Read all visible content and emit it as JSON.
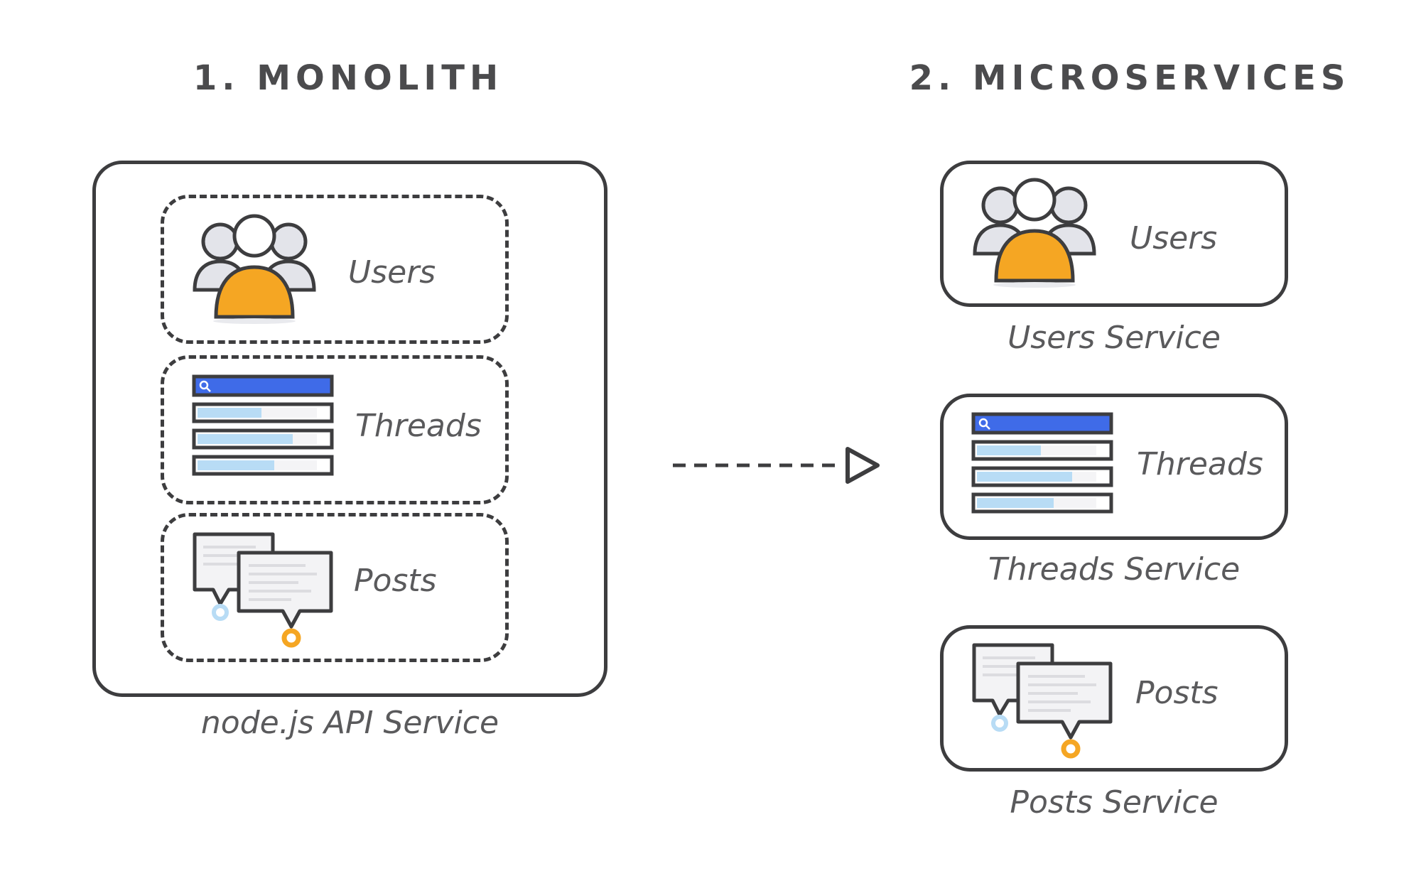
{
  "monolith": {
    "heading": "1. MONOLITH",
    "caption": "node.js API Service",
    "modules": [
      {
        "label": "Users",
        "icon": "users-icon"
      },
      {
        "label": "Threads",
        "icon": "threads-list-icon"
      },
      {
        "label": "Posts",
        "icon": "posts-chat-icon"
      }
    ]
  },
  "microservices": {
    "heading": "2. MICROSERVICES",
    "services": [
      {
        "label": "Users",
        "caption": "Users Service",
        "icon": "users-icon"
      },
      {
        "label": "Threads",
        "caption": "Threads Service",
        "icon": "threads-list-icon"
      },
      {
        "label": "Posts",
        "caption": "Posts Service",
        "icon": "posts-chat-icon"
      }
    ]
  },
  "arrow": {
    "icon": "dashed-arrow-right-icon"
  },
  "colors": {
    "outline": "#3d3d3f",
    "text": "#4b4b4d",
    "accent_orange": "#f5a623",
    "accent_blue": "#3f6be8",
    "light_blue": "#b8dcf5",
    "avatar_gray": "#e3e4ea"
  }
}
